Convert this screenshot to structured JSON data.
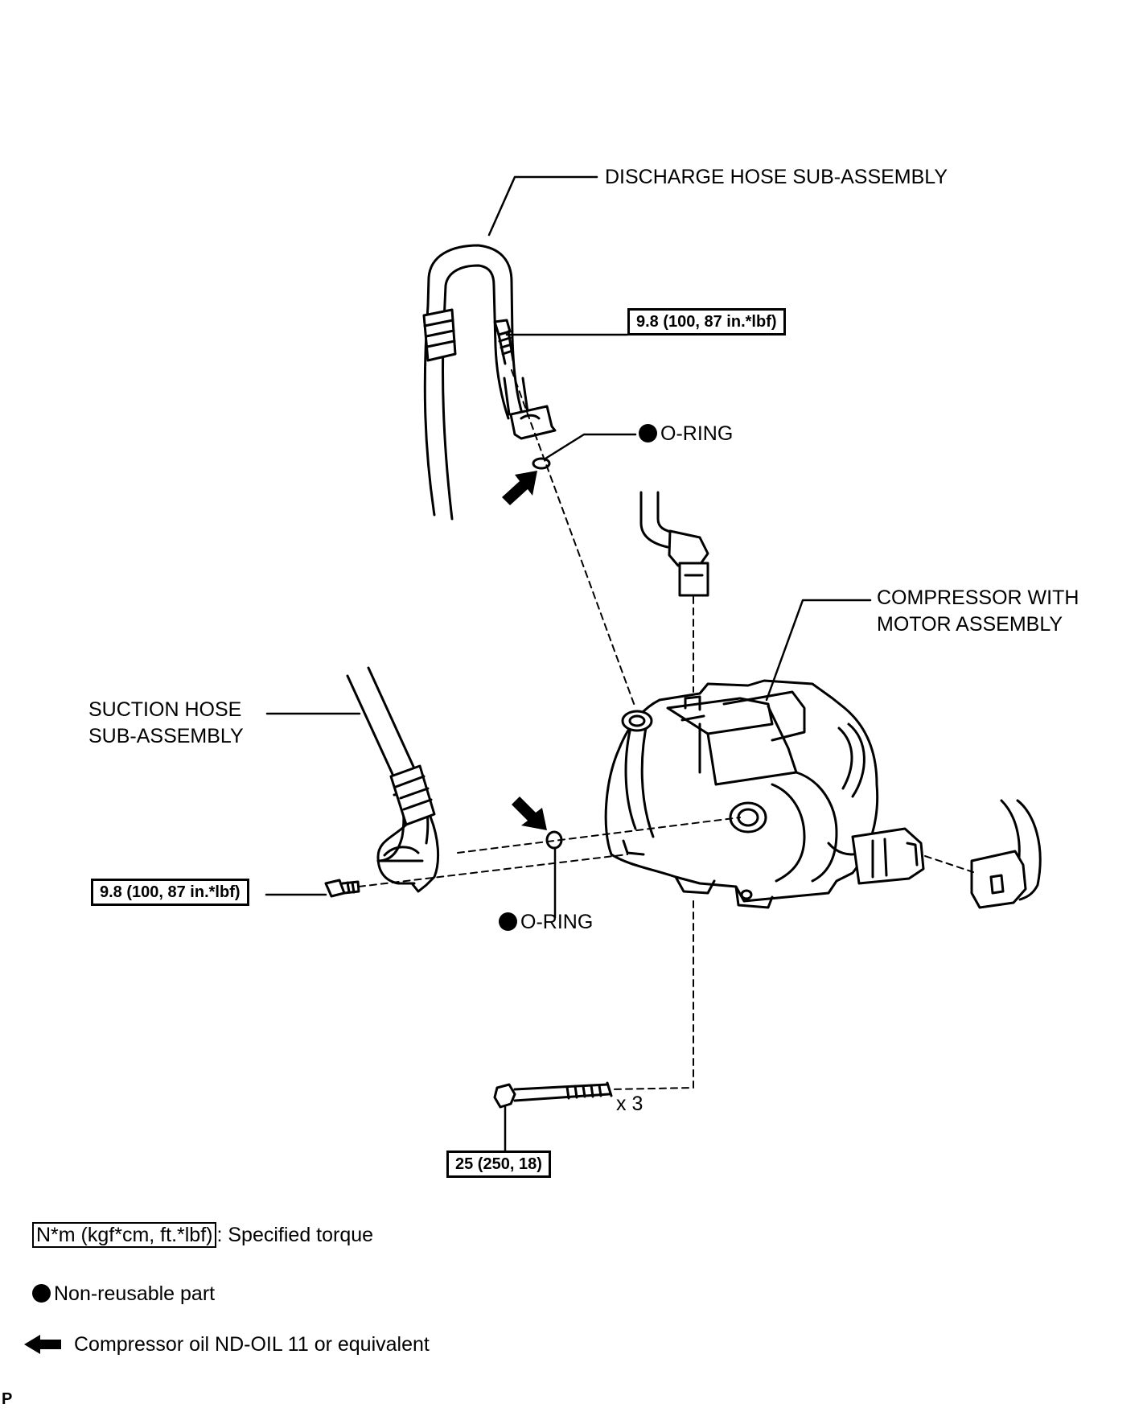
{
  "labels": {
    "discharge_hose": "DISCHARGE HOSE SUB-ASSEMBLY",
    "compressor_line1": "COMPRESSOR WITH",
    "compressor_line2": "MOTOR ASSEMBLY",
    "suction_line1": "SUCTION HOSE",
    "suction_line2": "SUB-ASSEMBLY",
    "oring_upper": "O-RING",
    "oring_lower": "O-RING",
    "quantity": "x 3"
  },
  "torques": {
    "discharge_bolt": "9.8 (100, 87 in.*lbf)",
    "suction_bolt": "9.8 (100, 87 in.*lbf)",
    "mount_bolt": "25 (250, 18)"
  },
  "legend": {
    "torque_unit": "N*m (kgf*cm, ft.*lbf)",
    "torque_text": ": Specified torque",
    "non_reusable": "Non-reusable part",
    "oil": "Compressor oil ND-OIL 11 or equivalent"
  },
  "corner_mark": "P",
  "colors": {
    "ink": "#000000",
    "paper": "#ffffff"
  }
}
